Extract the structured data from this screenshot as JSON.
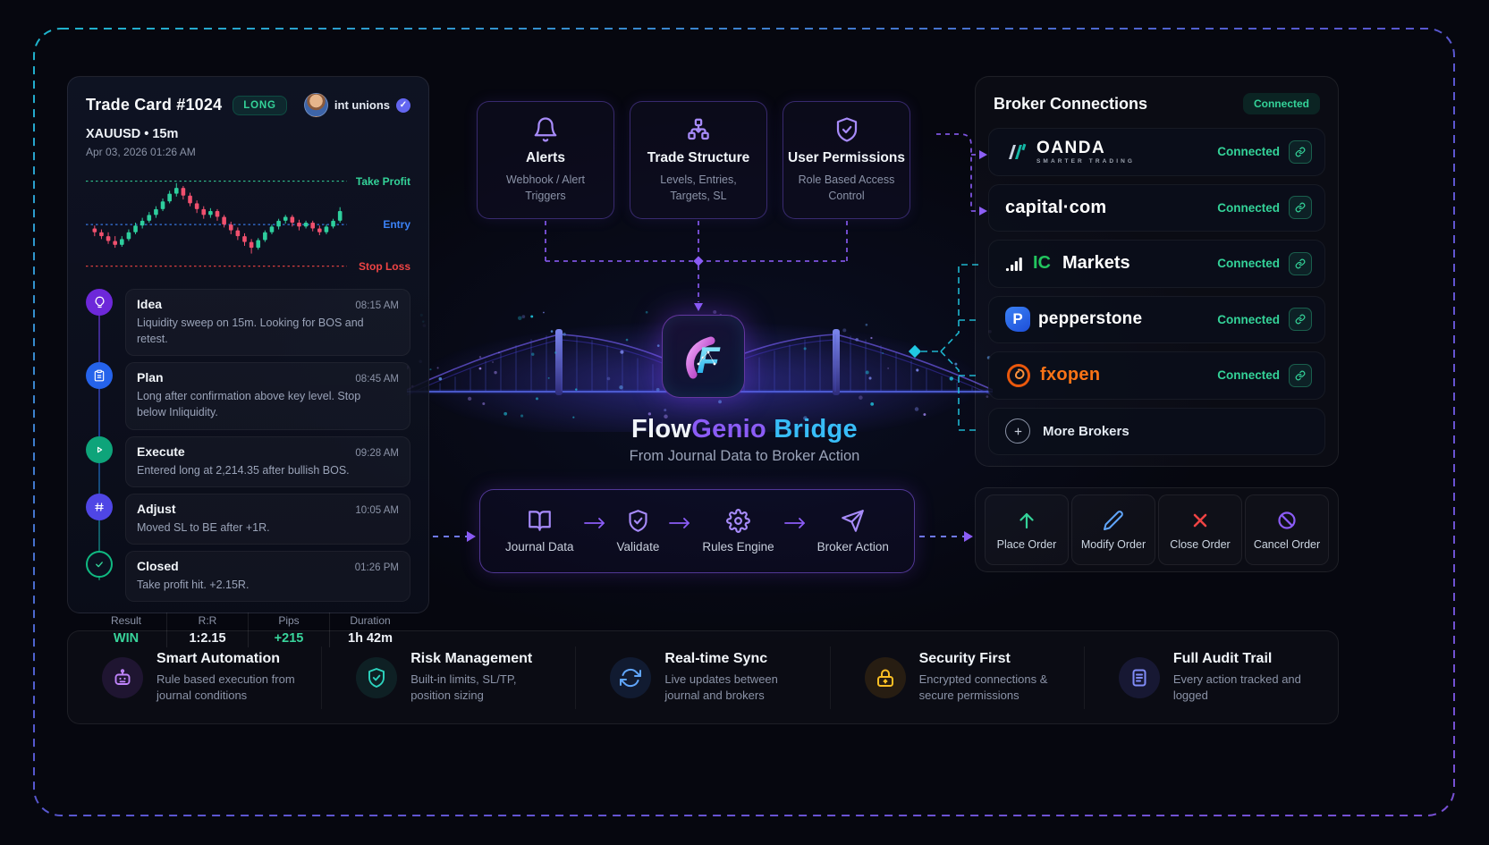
{
  "colors": {
    "accent_purple": "#8b5cf6",
    "accent_cyan": "#38bdf8",
    "accent_green": "#34d399",
    "accent_red": "#ef4444",
    "accent_blue": "#3b82f6",
    "accent_amber": "#f59e0b"
  },
  "trade_card": {
    "title": "Trade Card #1024",
    "side_badge": "LONG",
    "user": "int unions",
    "user_verified_icon": "verified-badge-icon",
    "symbol_tf": "XAUUSD • 15m",
    "datetime": "Apr 03, 2026 01:26 AM",
    "chart": {
      "type": "candlestick",
      "levels": [
        {
          "label": "Take Profit",
          "value": 93,
          "color": "#34d399"
        },
        {
          "label": "Entry",
          "value": 48,
          "color": "#3b82f6"
        },
        {
          "label": "Stop Loss",
          "value": 5,
          "color": "#ef4444"
        }
      ],
      "up_color": "#2ece9d",
      "down_color": "#f0506e",
      "candles": [
        [
          44,
          47,
          36,
          40
        ],
        [
          40,
          43,
          33,
          36
        ],
        [
          36,
          40,
          28,
          31
        ],
        [
          31,
          36,
          24,
          27
        ],
        [
          27,
          36,
          25,
          33
        ],
        [
          33,
          43,
          31,
          40
        ],
        [
          40,
          50,
          38,
          47
        ],
        [
          47,
          55,
          44,
          52
        ],
        [
          52,
          61,
          50,
          58
        ],
        [
          58,
          67,
          55,
          64
        ],
        [
          64,
          75,
          62,
          72
        ],
        [
          72,
          83,
          70,
          80
        ],
        [
          80,
          91,
          77,
          86
        ],
        [
          86,
          88,
          74,
          78
        ],
        [
          78,
          81,
          67,
          70
        ],
        [
          70,
          73,
          60,
          64
        ],
        [
          64,
          67,
          54,
          58
        ],
        [
          58,
          65,
          55,
          62
        ],
        [
          62,
          64,
          52,
          56
        ],
        [
          56,
          58,
          45,
          48
        ],
        [
          48,
          51,
          38,
          42
        ],
        [
          42,
          45,
          32,
          36
        ],
        [
          36,
          39,
          26,
          30
        ],
        [
          30,
          33,
          18,
          24
        ],
        [
          24,
          34,
          22,
          32
        ],
        [
          32,
          42,
          30,
          40
        ],
        [
          40,
          48,
          38,
          46
        ],
        [
          46,
          54,
          43,
          52
        ],
        [
          52,
          58,
          49,
          56
        ],
        [
          56,
          58,
          46,
          50
        ],
        [
          50,
          53,
          42,
          46
        ],
        [
          46,
          52,
          44,
          50
        ],
        [
          50,
          52,
          41,
          44
        ],
        [
          44,
          47,
          37,
          40
        ],
        [
          40,
          48,
          38,
          46
        ],
        [
          46,
          54,
          44,
          52
        ],
        [
          52,
          66,
          50,
          62
        ]
      ]
    },
    "timeline": [
      {
        "icon": "lightbulb-icon",
        "title": "Idea",
        "time": "08:15 AM",
        "desc": "Liquidity sweep on 15m. Looking for BOS and retest."
      },
      {
        "icon": "clipboard-icon",
        "title": "Plan",
        "time": "08:45 AM",
        "desc": "Long after confirmation above key level. Stop below Inliquidity."
      },
      {
        "icon": "play-icon",
        "title": "Execute",
        "time": "09:28 AM",
        "desc": "Entered long at 2,214.35 after bullish BOS."
      },
      {
        "icon": "hash-icon",
        "title": "Adjust",
        "time": "10:05 AM",
        "desc": "Moved SL to BE after +1R."
      },
      {
        "icon": "check-icon",
        "title": "Closed",
        "time": "01:26 PM",
        "desc": "Take profit hit. +2.15R."
      }
    ],
    "stats": [
      {
        "label": "Result",
        "value": "WIN"
      },
      {
        "label": "R:R",
        "value": "1:2.15"
      },
      {
        "label": "Pips",
        "value": "+215"
      },
      {
        "label": "Duration",
        "value": "1h 42m"
      }
    ]
  },
  "capability_cards": [
    {
      "icon": "bell-icon",
      "title": "Alerts",
      "desc": "Webhook / Alert Triggers"
    },
    {
      "icon": "sitemap-icon",
      "title": "Trade Structure",
      "desc": "Levels, Entries, Targets, SL"
    },
    {
      "icon": "shield-check-icon",
      "title": "User Permissions",
      "desc": "Role Based Access Control"
    }
  ],
  "hero": {
    "title_flow": "Flow",
    "title_genio": "Genio",
    "title_bridge": " Bridge",
    "subtitle": "From Journal Data to Broker Action"
  },
  "pipeline": [
    {
      "icon": "book-open-icon",
      "label": "Journal Data"
    },
    {
      "icon": "shield-check-icon",
      "label": "Validate"
    },
    {
      "icon": "gear-icon",
      "label": "Rules Engine"
    },
    {
      "icon": "paper-plane-icon",
      "label": "Broker Action"
    }
  ],
  "brokers": {
    "title": "Broker Connections",
    "badge": "Connected",
    "items": [
      {
        "icon": "oanda-logo",
        "brand": "OANDA",
        "tagline": "SMARTER TRADING",
        "status": "Connected"
      },
      {
        "icon": "capitalcom-logo",
        "brand": "capital·com",
        "status": "Connected"
      },
      {
        "icon": "icmarkets-logo",
        "brand_accent": "IC",
        "brand": "Markets",
        "status": "Connected"
      },
      {
        "icon": "pepperstone-logo",
        "brand": "pepperstone",
        "status": "Connected"
      },
      {
        "icon": "fxopen-logo",
        "brand": "fxopen",
        "status": "Connected"
      }
    ],
    "more_label": "More Brokers"
  },
  "order_actions": [
    {
      "icon": "arrow-up-icon",
      "label": "Place Order",
      "color": "#34d399"
    },
    {
      "icon": "pencil-icon",
      "label": "Modify Order",
      "color": "#60a5fa"
    },
    {
      "icon": "x-icon",
      "label": "Close Order",
      "color": "#ef4444"
    },
    {
      "icon": "ban-icon",
      "label": "Cancel Order",
      "color": "#8b5cf6"
    }
  ],
  "features": [
    {
      "icon": "robot-icon",
      "title": "Smart Automation",
      "desc": "Rule based execution from journal conditions"
    },
    {
      "icon": "shield-check-icon",
      "title": "Risk Management",
      "desc": "Built-in limits, SL/TP, position sizing"
    },
    {
      "icon": "sync-icon",
      "title": "Real-time Sync",
      "desc": "Live updates between journal and brokers"
    },
    {
      "icon": "lock-icon",
      "title": "Security First",
      "desc": "Encrypted connections & secure permissions"
    },
    {
      "icon": "file-text-icon",
      "title": "Full Audit Trail",
      "desc": "Every action tracked and logged"
    }
  ]
}
